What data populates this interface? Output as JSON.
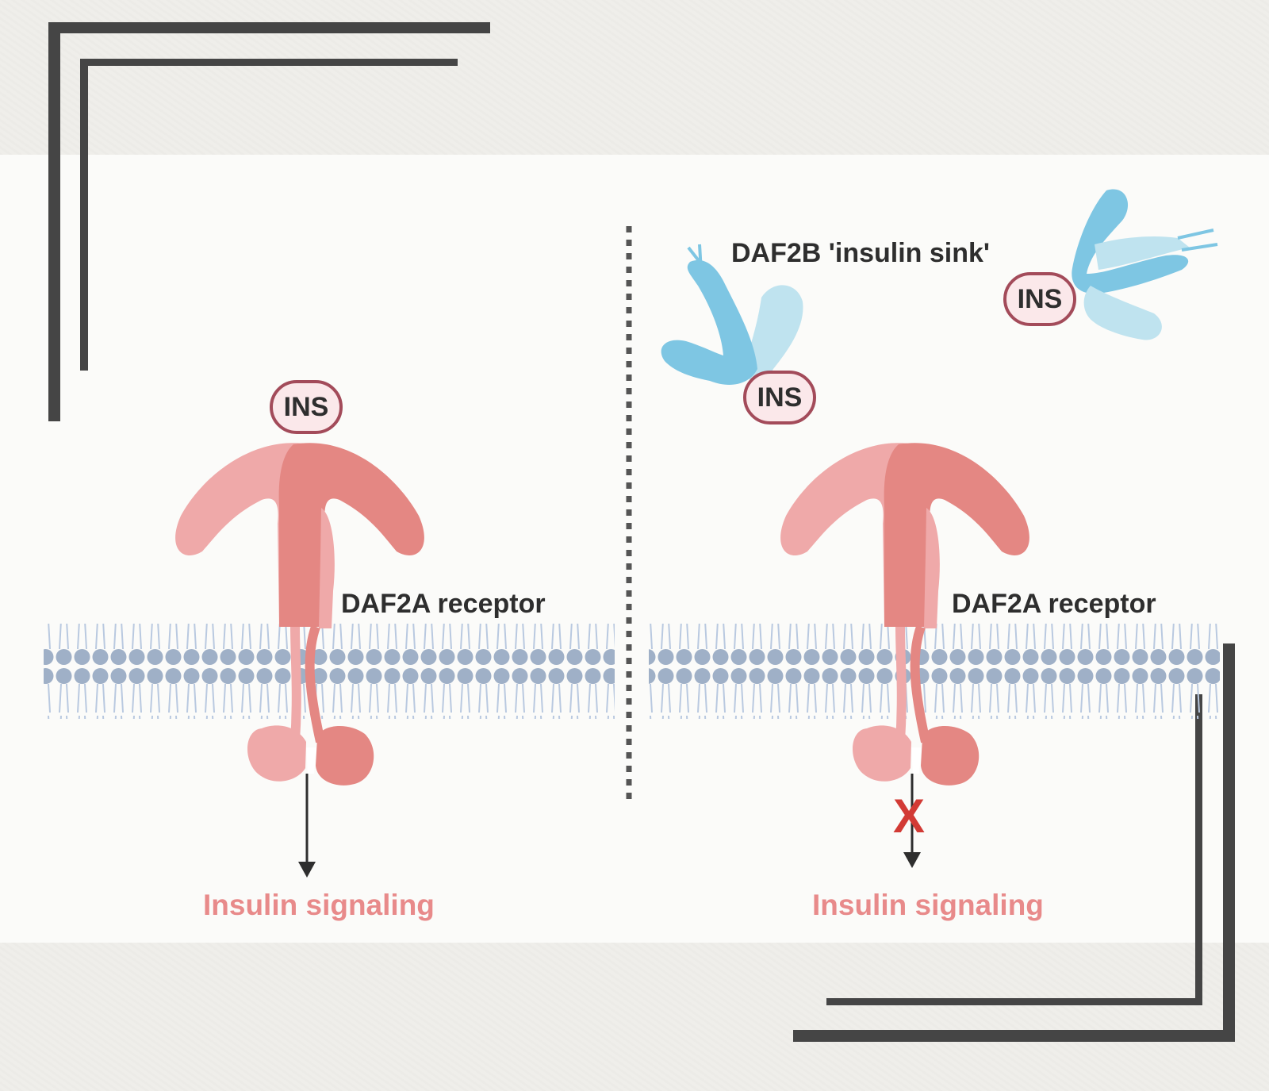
{
  "left_panel": {
    "ligand_label": "INS",
    "receptor_label": "DAF2A receptor",
    "output_label": "Insulin signaling"
  },
  "right_panel": {
    "sink_label": "DAF2B 'insulin sink'",
    "sink_ligand_1": "INS",
    "sink_ligand_2": "INS",
    "receptor_label": "DAF2A receptor",
    "output_label": "Insulin signaling",
    "block_mark": "X"
  },
  "colors": {
    "receptor_light": "#efa9a9",
    "receptor_dark": "#e48783",
    "sink_dark": "#7ec6e3",
    "sink_light": "#bfe3ef",
    "membrane_head": "#9fb0c7",
    "ins_border": "#a34b5a",
    "signal_text": "#e88a8a",
    "block": "#d23a35"
  }
}
